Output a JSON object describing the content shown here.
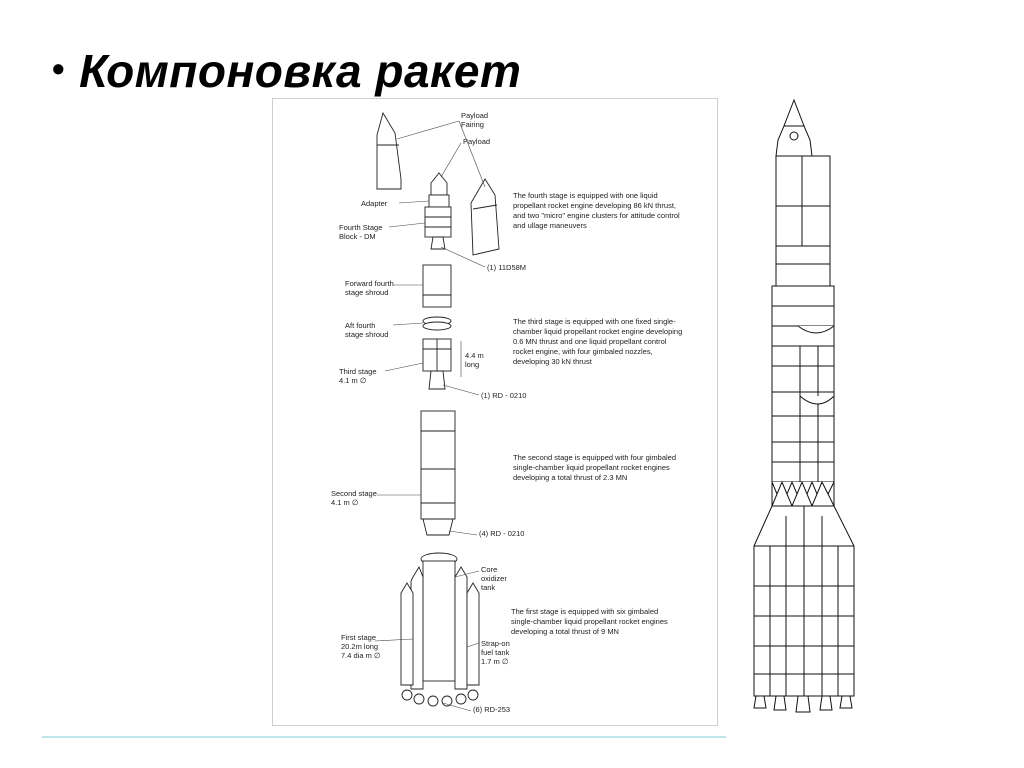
{
  "slide": {
    "bullet": "•",
    "title": "Компоновка ракет"
  },
  "figure": {
    "labels": {
      "payload_fairing": "Payload\nFairing",
      "payload": "Payload",
      "adapter": "Adapter",
      "fourth_stage_block": "Fourth Stage\nBlock - DM",
      "engine_11d58m": "(1) 11D58M",
      "forward_shroud": "Forward fourth\nstage shroud",
      "aft_shroud": "Aft fourth\nstage shroud",
      "third_stage": "Third stage\n4.1 m ∅",
      "third_length": "4.4 m\nlong",
      "engine_rd0210_1": "(1) RD - 0210",
      "second_stage": "Second stage\n4.1 m ∅",
      "engine_rd0210_4": "(4) RD - 0210",
      "core_oxidizer": "Core\noxidizer\ntank",
      "first_stage": "First stage\n20.2m long\n7.4 dia m ∅",
      "strap_on": "Strap-on\nfuel tank\n1.7 m ∅",
      "engine_rd253": "(6) RD-253"
    },
    "descriptions": {
      "fourth": "The fourth stage is equipped with one liquid propellant rocket engine developing 86 kN thrust, and two \"micro\" engine clusters for attitude control and ullage maneuvers",
      "third": "The third stage is equipped with one fixed single-chamber liquid propellant rocket engine developing 0.6 MN thrust and one liquid propellant control rocket engine, with four gimbaled nozzles, developing 30 kN thrust",
      "second": "The second stage is equipped with four gimbaled single-chamber liquid propellant rocket engines developing a total thrust of 2.3 MN",
      "first": "The first stage is equipped with six gimbaled single-chamber liquid propellant rocket engines developing a total thrust of 9 MN"
    }
  }
}
